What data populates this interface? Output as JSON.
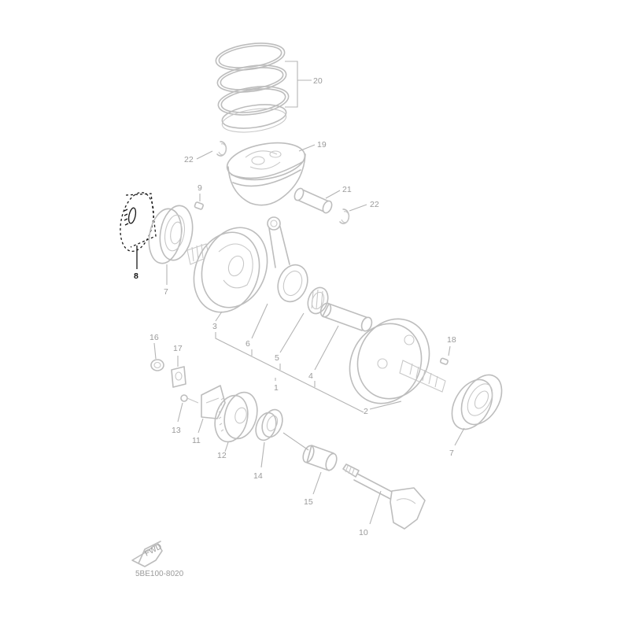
{
  "diagram": {
    "catalog_code": "5BE100-8020",
    "fwd_label": "FWD",
    "highlight_color": "#1a1a1a",
    "line_color": "#bdbdbd",
    "labels": {
      "p1": "1",
      "p2": "2",
      "p3": "3",
      "p4": "4",
      "p5": "5",
      "p6": "6",
      "p7a": "7",
      "p7b": "7",
      "p8": "8",
      "p9": "9",
      "p10": "10",
      "p11": "11",
      "p12": "12",
      "p13": "13",
      "p14": "14",
      "p15": "15",
      "p16": "16",
      "p17": "17",
      "p18": "18",
      "p19": "19",
      "p20": "20",
      "p21": "21",
      "p22a": "22",
      "p22b": "22"
    },
    "highlighted_part": "8"
  }
}
